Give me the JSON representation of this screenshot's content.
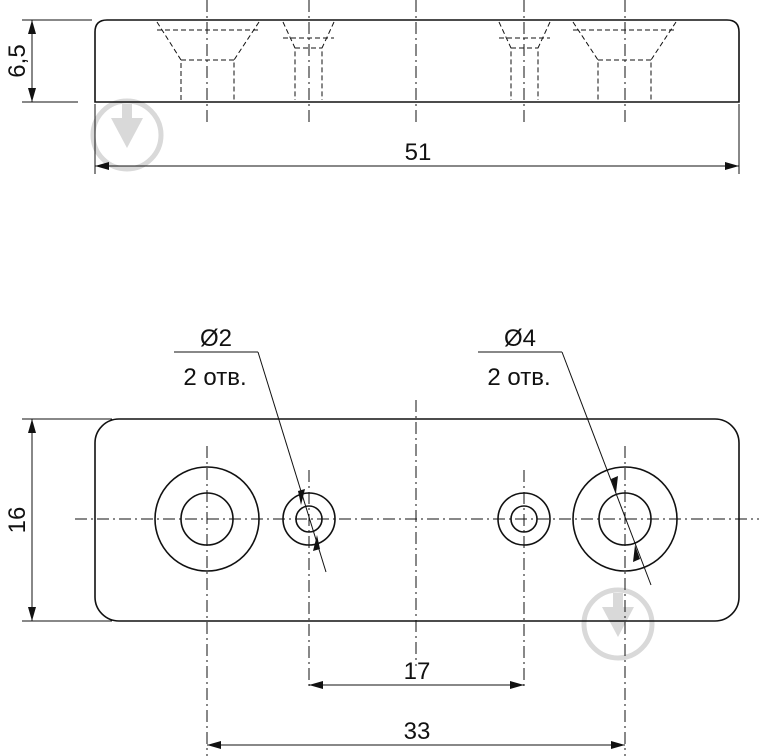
{
  "dimensions": {
    "height_side": "6,5",
    "length": "51",
    "width": "16",
    "small_spacing": "17",
    "large_spacing": "33"
  },
  "callouts": {
    "small_hole": {
      "diameter": "Ø2",
      "count": "2 отв."
    },
    "large_hole": {
      "diameter": "Ø4",
      "count": "2 отв."
    }
  },
  "watermark": {
    "icon": "download-arrow-icon"
  }
}
